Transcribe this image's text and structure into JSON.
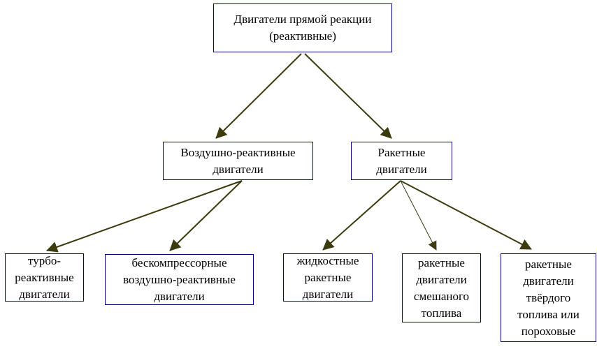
{
  "diagram": {
    "nodes": {
      "root": {
        "label": "Двигатели прямой реакции\n(реактивные)"
      },
      "air": {
        "label": "Воздушно-реактивные\nдвигатели"
      },
      "rocket": {
        "label": "Ракетные\nдвигатели"
      },
      "turbo": {
        "label": "турбо-\nреактивные\nдвигатели"
      },
      "compressorless": {
        "label": "бескомпрессорные\nвоздушно-реактивные\nдвигатели"
      },
      "liquid": {
        "label": "жидкостные\nракетные\nдвигатели"
      },
      "mixed": {
        "label": "ракетные\nдвигатели\nсмешаного\nтоплива"
      },
      "solid": {
        "label": "ракетные\nдвигатели\nтвёрдого\nтоплива или\nпороховые"
      }
    },
    "edges": [
      {
        "from": "root",
        "to": "air"
      },
      {
        "from": "root",
        "to": "rocket"
      },
      {
        "from": "air",
        "to": "turbo"
      },
      {
        "from": "air",
        "to": "compressorless"
      },
      {
        "from": "rocket",
        "to": "liquid"
      },
      {
        "from": "rocket",
        "to": "mixed"
      },
      {
        "from": "rocket",
        "to": "solid"
      }
    ],
    "colors": {
      "box_border": "#000080",
      "arrow": "#3b3b0e",
      "text": "#000000",
      "background": "#ffffff"
    }
  }
}
